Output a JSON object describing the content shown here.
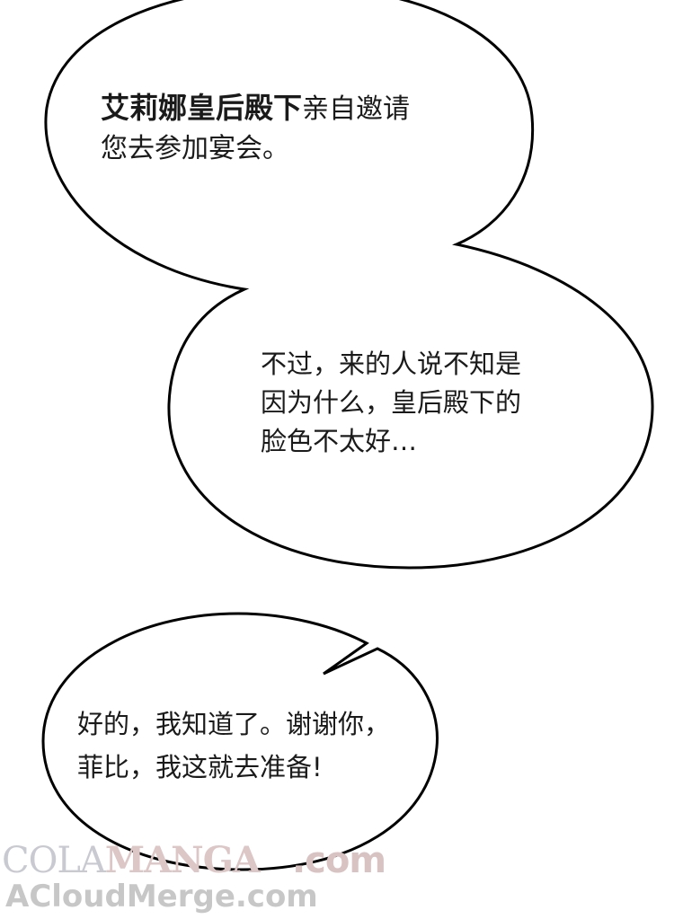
{
  "bubble_1": {
    "bold_text": "艾莉娜皇后殿下",
    "line_1_rest": "亲自邀请",
    "line_2": "您去参加宴会。"
  },
  "bubble_2": {
    "line_1": "不过，来的人说不知是",
    "line_2": "因为什么，皇后殿下的",
    "line_3": "脸色不太好…"
  },
  "bubble_3": {
    "line_1": "好的，我知道了。谢谢你，",
    "line_2": "菲比，我这就去准备!"
  },
  "watermark": {
    "part_a": "COLA",
    "part_b": "MANGA",
    "part_c": ".com",
    "line_2": "ACloudMerge.com"
  }
}
